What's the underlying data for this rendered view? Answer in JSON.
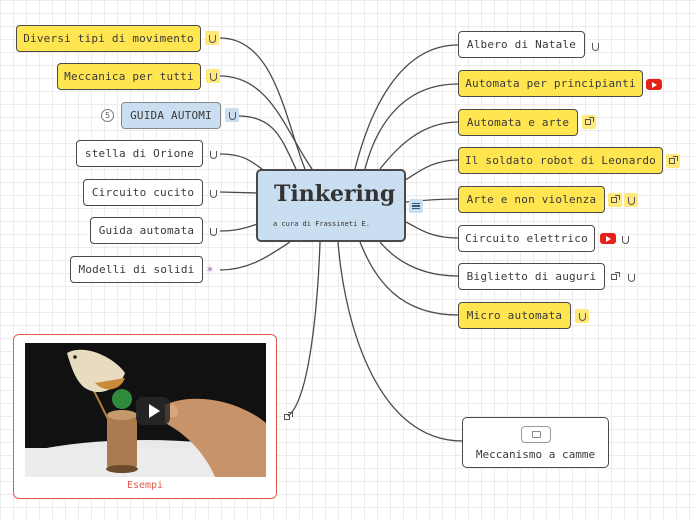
{
  "central": {
    "title": "Tinkering",
    "subtitle": "a cura di Frassineti E."
  },
  "left_nodes": [
    {
      "label": "Diversi tipi di movimento",
      "style": "yellow"
    },
    {
      "label": "Meccanica per tutti",
      "style": "yellow"
    },
    {
      "label": "GUIDA AUTOMI",
      "style": "blue",
      "badge": "5"
    },
    {
      "label": "stella di Orione",
      "style": "white"
    },
    {
      "label": "Circuito cucito",
      "style": "white"
    },
    {
      "label": "Guida automata",
      "style": "white"
    },
    {
      "label": "Modelli di solidi",
      "style": "white"
    }
  ],
  "right_nodes": [
    {
      "label": "Albero di Natale",
      "style": "white"
    },
    {
      "label": "Automata per principianti",
      "style": "yellow"
    },
    {
      "label": "Automata e arte",
      "style": "yellow"
    },
    {
      "label": "Il soldato robot di Leonardo",
      "style": "yellow"
    },
    {
      "label": "Arte e non violenza",
      "style": "yellow"
    },
    {
      "label": "Circuito elettrico",
      "style": "white"
    },
    {
      "label": "Biglietto di auguri",
      "style": "white"
    },
    {
      "label": "Micro automata",
      "style": "yellow"
    }
  ],
  "media": {
    "caption": "Esempi"
  },
  "camme": {
    "label": "Meccanismo a camme"
  },
  "colors": {
    "yellow": "#ffe550",
    "blue": "#c9def0",
    "media_border": "#e05b4e",
    "youtube": "#e62117"
  }
}
